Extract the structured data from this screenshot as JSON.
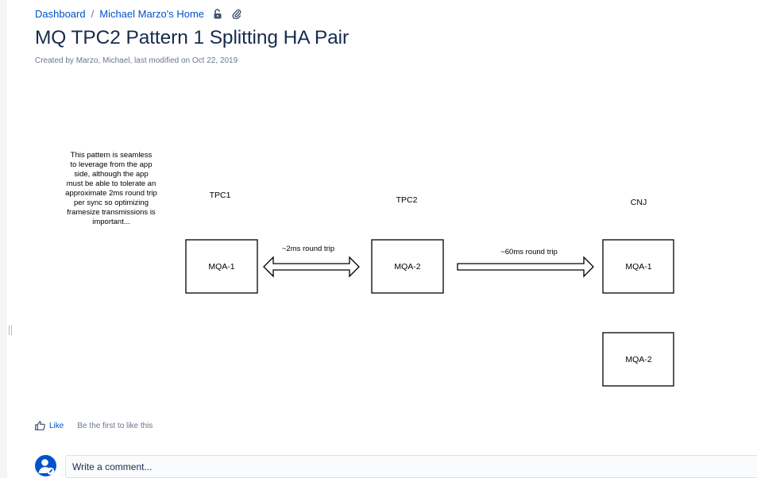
{
  "breadcrumb": {
    "items": [
      "Dashboard",
      "Michael Marzo's Home"
    ],
    "separator": "/",
    "icons": [
      "unlock-icon",
      "attachment-icon"
    ]
  },
  "page": {
    "title": "MQ TPC2 Pattern 1 Splitting HA Pair",
    "meta": "Created by Marzo, Michael, last modified on Oct 22, 2019"
  },
  "diagram": {
    "note_lines": [
      "This pattern is seamless",
      "to leverage from the app",
      "side, although the app",
      "must be able to tolerate an",
      "approximate 2ms round trip",
      "per sync so optimizing",
      "framesize transmissions is",
      "important..."
    ],
    "sites": [
      {
        "label": "TPC1",
        "boxes": [
          "MQA-1"
        ]
      },
      {
        "label": "TPC2",
        "boxes": [
          "MQA-2"
        ]
      },
      {
        "label": "CNJ",
        "boxes": [
          "MQA-1",
          "MQA-2"
        ]
      }
    ],
    "links": [
      {
        "label": "~2ms round trip",
        "direction": "both"
      },
      {
        "label": "~60ms round trip",
        "direction": "right"
      }
    ]
  },
  "likes": {
    "label": "Like",
    "hint": "Be the first to like this"
  },
  "comment": {
    "placeholder": "Write a comment..."
  },
  "colors": {
    "link": "#0052cc",
    "text": "#172b4d",
    "muted": "#6b778c",
    "avatar": "#0052cc"
  }
}
